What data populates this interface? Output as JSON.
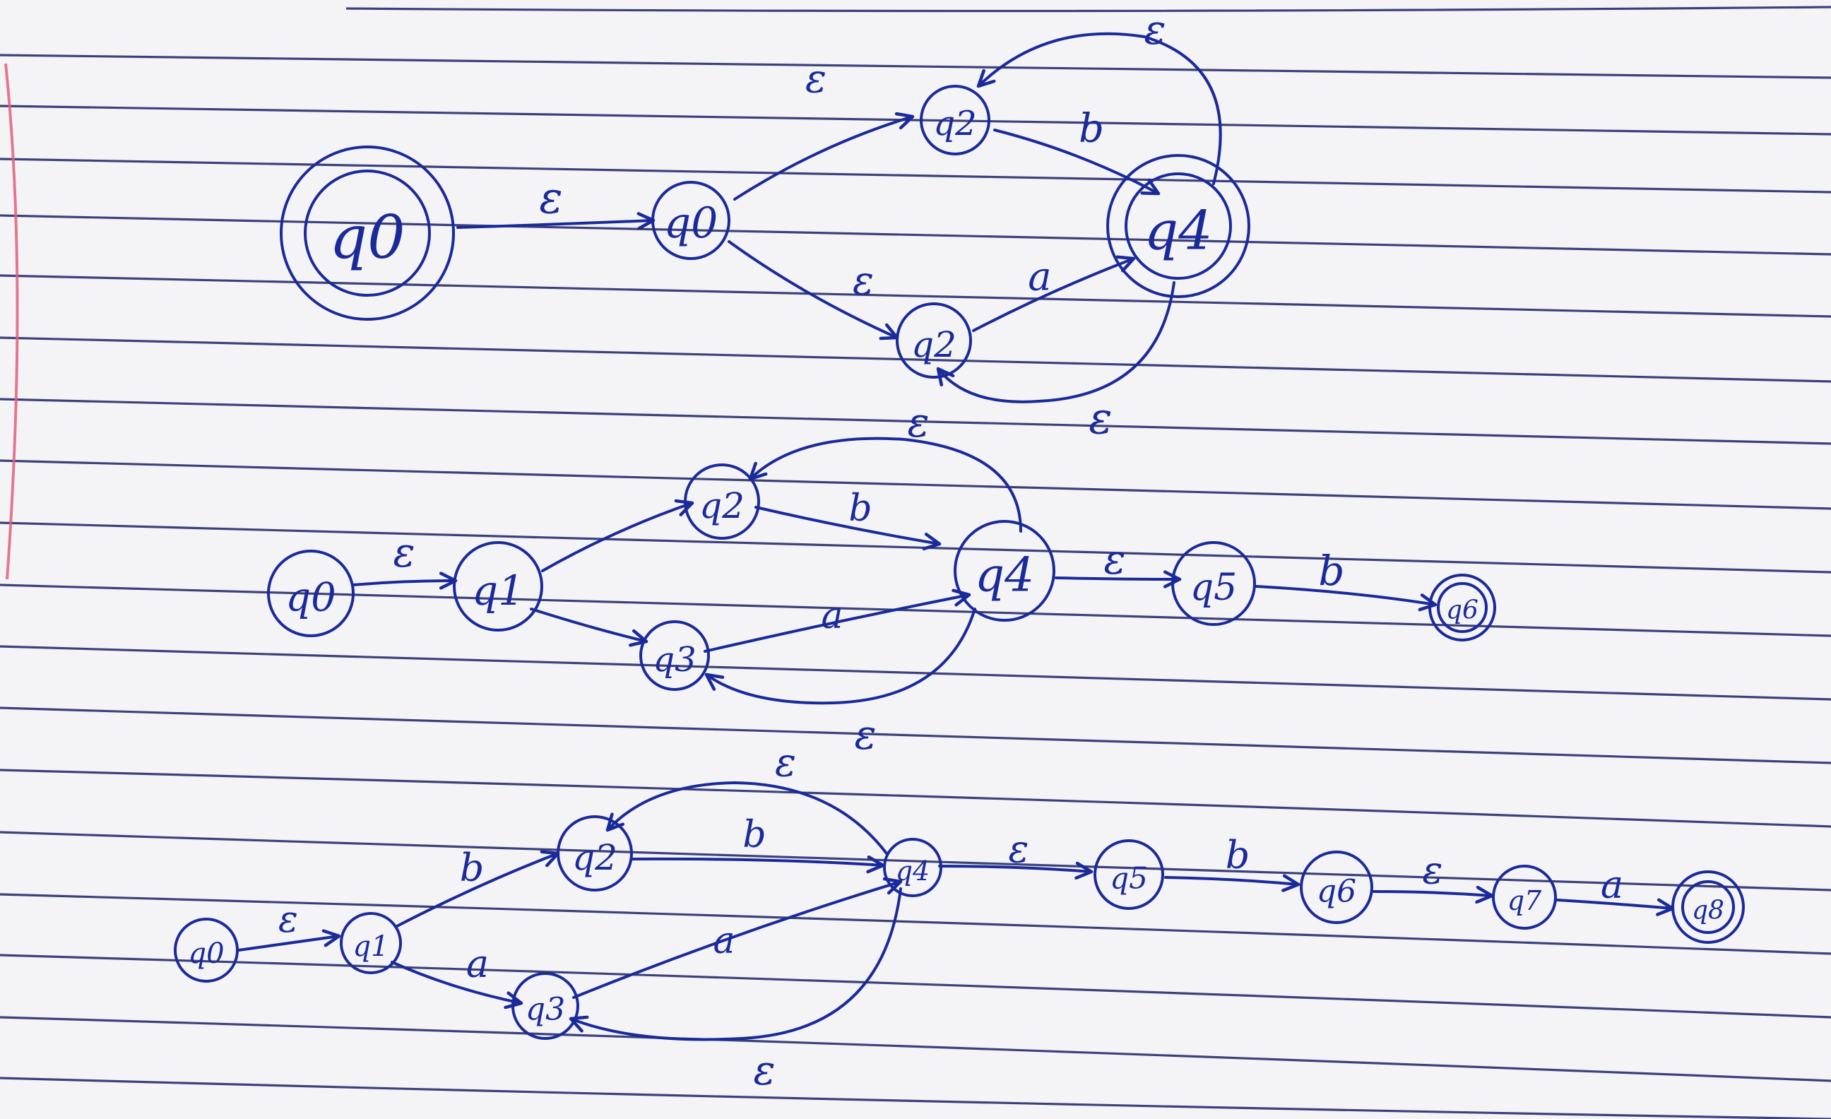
{
  "diagrams": [
    {
      "id": "nfa-1",
      "states": [
        {
          "id": "q0a",
          "label": "q0",
          "final": true
        },
        {
          "id": "q1a",
          "label": "q0",
          "final": false
        },
        {
          "id": "q2a",
          "label": "q2",
          "final": false
        },
        {
          "id": "q3a",
          "label": "q2",
          "final": false
        },
        {
          "id": "q4a",
          "label": "q4",
          "final": true
        }
      ],
      "edges": [
        {
          "from": "q0a",
          "to": "q1a",
          "label": "ε"
        },
        {
          "from": "q1a",
          "to": "q2a",
          "label": "ε"
        },
        {
          "from": "q1a",
          "to": "q3a",
          "label": "ε"
        },
        {
          "from": "q2a",
          "to": "q4a",
          "label": "b"
        },
        {
          "from": "q3a",
          "to": "q4a",
          "label": "a"
        },
        {
          "from": "q4a",
          "to": "q2a",
          "label": "ε"
        },
        {
          "from": "q4a",
          "to": "q3a",
          "label": "ε"
        }
      ]
    },
    {
      "id": "nfa-2",
      "states": [
        {
          "id": "q0b",
          "label": "q0",
          "final": false
        },
        {
          "id": "q1b",
          "label": "q1",
          "final": false
        },
        {
          "id": "q2b",
          "label": "q2",
          "final": false
        },
        {
          "id": "q3b",
          "label": "q3",
          "final": false
        },
        {
          "id": "q4b",
          "label": "q4",
          "final": false
        },
        {
          "id": "q5b",
          "label": "q5",
          "final": false
        },
        {
          "id": "q6b",
          "label": "q6",
          "final": true
        }
      ],
      "edges": [
        {
          "from": "q0b",
          "to": "q1b",
          "label": "ε"
        },
        {
          "from": "q1b",
          "to": "q2b",
          "label": ""
        },
        {
          "from": "q1b",
          "to": "q3b",
          "label": ""
        },
        {
          "from": "q2b",
          "to": "q4b",
          "label": "b"
        },
        {
          "from": "q3b",
          "to": "q4b",
          "label": "a"
        },
        {
          "from": "q4b",
          "to": "q2b",
          "label": "ε"
        },
        {
          "from": "q4b",
          "to": "q3b",
          "label": "ε"
        },
        {
          "from": "q4b",
          "to": "q5b",
          "label": "ε"
        },
        {
          "from": "q5b",
          "to": "q6b",
          "label": "b"
        }
      ]
    },
    {
      "id": "nfa-3",
      "states": [
        {
          "id": "q0c",
          "label": "q0",
          "final": false
        },
        {
          "id": "q1c",
          "label": "q1",
          "final": false
        },
        {
          "id": "q2c",
          "label": "q2",
          "final": false
        },
        {
          "id": "q3c",
          "label": "q3",
          "final": false
        },
        {
          "id": "q4c",
          "label": "q4",
          "final": false
        },
        {
          "id": "q5c",
          "label": "q5",
          "final": false
        },
        {
          "id": "q6c",
          "label": "q6",
          "final": false
        },
        {
          "id": "q7c",
          "label": "q7",
          "final": false
        },
        {
          "id": "q8c",
          "label": "q8",
          "final": true
        }
      ],
      "edges": [
        {
          "from": "q0c",
          "to": "q1c",
          "label": "ε"
        },
        {
          "from": "q1c",
          "to": "q2c",
          "label": "b"
        },
        {
          "from": "q1c",
          "to": "q3c",
          "label": "a"
        },
        {
          "from": "q2c",
          "to": "q4c",
          "label": "b"
        },
        {
          "from": "q3c",
          "to": "q4c",
          "label": "a"
        },
        {
          "from": "q4c",
          "to": "q2c",
          "label": "ε"
        },
        {
          "from": "q4c",
          "to": "q3c",
          "label": "ε"
        },
        {
          "from": "q4c",
          "to": "q5c",
          "label": "ε"
        },
        {
          "from": "q5c",
          "to": "q6c",
          "label": "b"
        },
        {
          "from": "q6c",
          "to": "q7c",
          "label": "ε"
        },
        {
          "from": "q7c",
          "to": "q8c",
          "label": "a"
        }
      ]
    }
  ]
}
